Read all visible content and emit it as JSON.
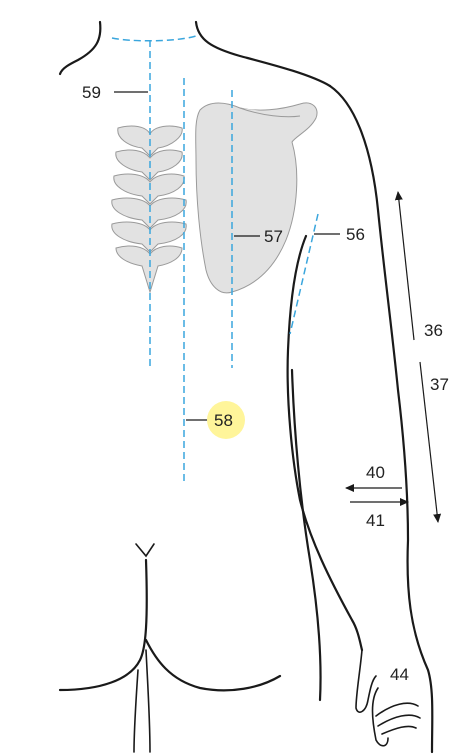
{
  "labels": {
    "l59": "59",
    "l57": "57",
    "l56": "56",
    "l58": "58",
    "l36": "36",
    "l37": "37",
    "l40": "40",
    "l41": "41",
    "l44": "44"
  },
  "colors": {
    "guide_line": "#3aa6dd",
    "highlight": "#fff59a",
    "bone_fill": "#e2e2e2",
    "outline": "#1a1a1a"
  }
}
